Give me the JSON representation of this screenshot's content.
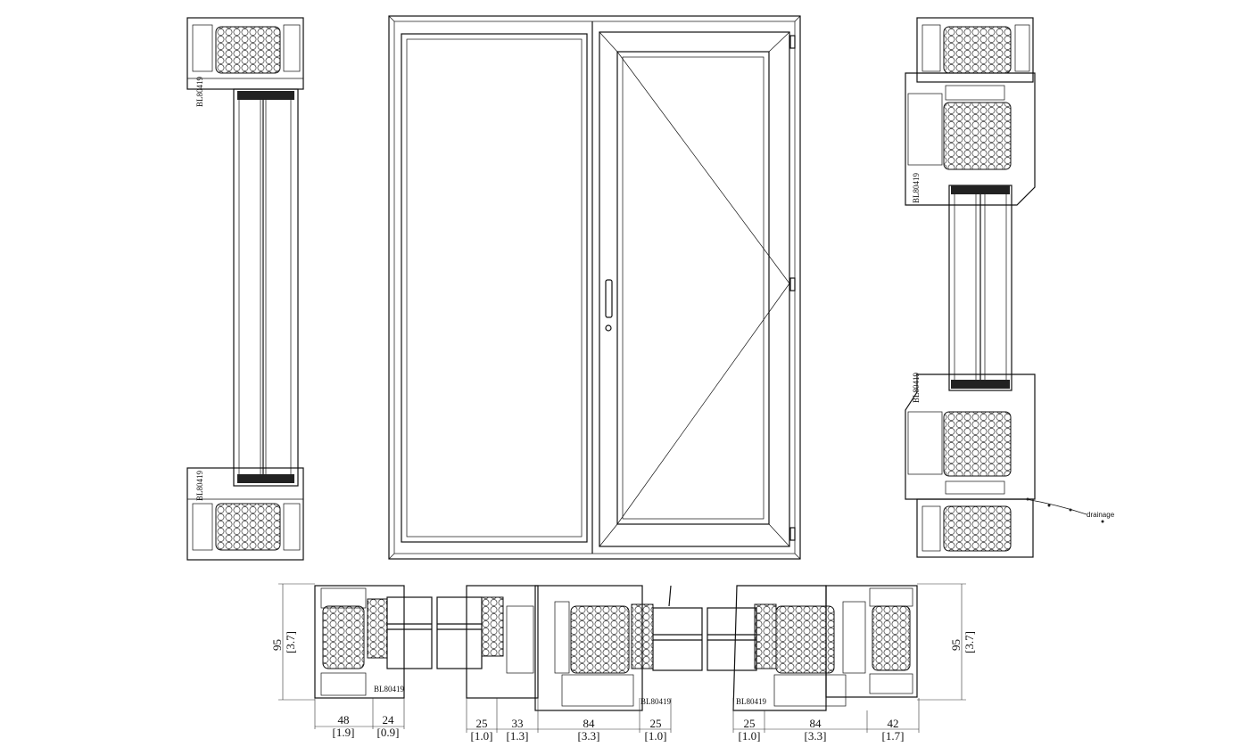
{
  "drawing": {
    "profile_code": "BL80419",
    "drainage_label": "drainage",
    "height_dimension": {
      "mm": "95",
      "inch": "[3.7]"
    },
    "bottom_dimensions": [
      {
        "mm": "48",
        "inch": "[1.9]"
      },
      {
        "mm": "24",
        "inch": "[0.9]"
      },
      {
        "mm": "25",
        "inch": "[1.0]"
      },
      {
        "mm": "33",
        "inch": "[1.3]"
      },
      {
        "mm": "84",
        "inch": "[3.3]"
      },
      {
        "mm": "25",
        "inch": "[1.0]"
      },
      {
        "mm": "25",
        "inch": "[1.0]"
      },
      {
        "mm": "84",
        "inch": "[3.3]"
      },
      {
        "mm": "42",
        "inch": "[1.7]"
      }
    ]
  }
}
